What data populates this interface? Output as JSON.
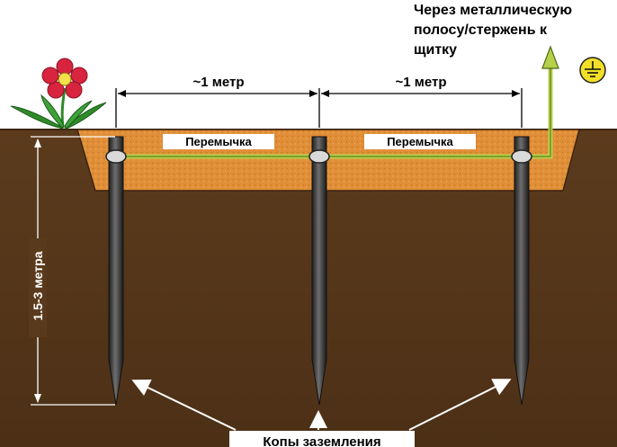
{
  "labels": {
    "top_note_line1": "Через металлическую",
    "top_note_line2": "полосу/стержень к",
    "top_note_line3": "щитку",
    "distance_left": "~1 метр",
    "distance_right": "~1 метр",
    "jumper_left": "Перемычка",
    "jumper_right": "Перемычка",
    "depth": "1.5-3 метра",
    "electrodes_caption": "Копы заземления"
  },
  "icons": {
    "ground_symbol": "ground-symbol-icon",
    "flower": "flower-icon"
  },
  "colors": {
    "sky": "#ffffff",
    "soil": "#5a3a1c",
    "trench_fill": "#e0913a",
    "rod": "#3a3a3a",
    "jumper": "#b5d14a",
    "ground_badge": "#f2df28",
    "flower_petal": "#d9243f",
    "leaf": "#2f8a2a"
  }
}
